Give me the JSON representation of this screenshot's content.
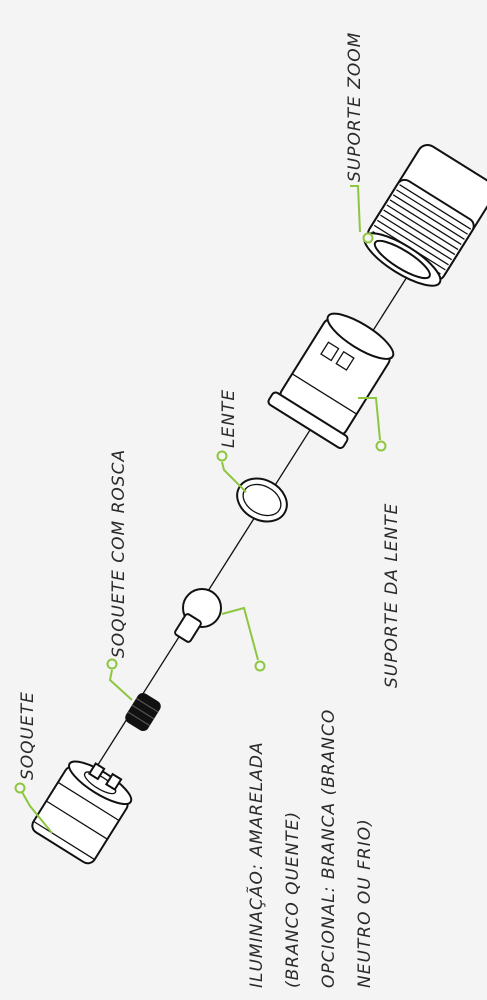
{
  "colors": {
    "accent": "#8dc63f",
    "line": "#111111",
    "text": "#2a2a2a",
    "background": "#f4f4f4"
  },
  "labels": {
    "soquete": "SOQUETE",
    "soquete_rosca": "SOQUETE COM ROSCA",
    "lente": "LENTE",
    "suporte_zoom": "SUPORTE ZOOM",
    "suporte_lente": "SUPORTE DA LENTE",
    "iluminacao": [
      "ILUMINAÇÃO: AMARELADA",
      "(BRANCO QUENTE)",
      "OPCIONAL: BRANCA (BRANCO",
      "NEUTRO OU FRIO)"
    ]
  }
}
